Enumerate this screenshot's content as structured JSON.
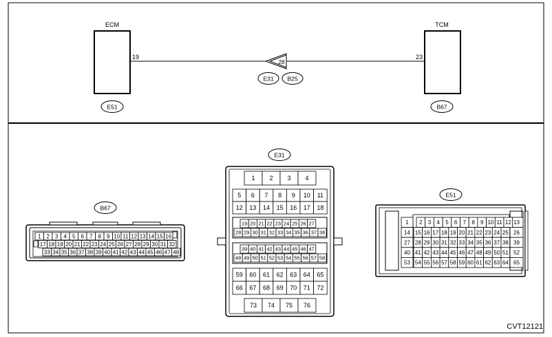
{
  "wiring": {
    "left_unit": "ECM",
    "right_unit": "TCM",
    "left_pin": "19",
    "right_pin": "23",
    "inline_pin": "28",
    "inline_connectors": [
      "E31",
      "B25"
    ],
    "left_connector": "E51",
    "right_connector": "B67"
  },
  "connectors": {
    "b67": {
      "label": "B67",
      "rows": [
        [
          "1",
          "2",
          "3",
          "4",
          "5",
          "6",
          "7",
          "8",
          "9",
          "10",
          "11",
          "12",
          "13",
          "14",
          "15",
          "16"
        ],
        [
          "17",
          "18",
          "19",
          "20",
          "21",
          "22",
          "23",
          "24",
          "25",
          "26",
          "27",
          "28",
          "29",
          "30",
          "31",
          "32"
        ],
        [
          "33",
          "34",
          "35",
          "36",
          "37",
          "38",
          "39",
          "40",
          "41",
          "42",
          "43",
          "44",
          "45",
          "46",
          "47",
          "48"
        ]
      ]
    },
    "e31": {
      "label": "E31",
      "rows": [
        [
          "1",
          "2",
          "3",
          "4"
        ],
        [
          "5",
          "6",
          "7",
          "8",
          "9",
          "10",
          "11"
        ],
        [
          "12",
          "13",
          "14",
          "15",
          "16",
          "17",
          "18"
        ],
        [
          "19",
          "20",
          "21",
          "22",
          "23",
          "24",
          "25",
          "26",
          "27"
        ],
        [
          "28",
          "29",
          "30",
          "31",
          "32",
          "33",
          "34",
          "35",
          "36",
          "37",
          "38"
        ],
        [
          "39",
          "40",
          "41",
          "42",
          "43",
          "44",
          "45",
          "46",
          "47"
        ],
        [
          "48",
          "49",
          "50",
          "51",
          "52",
          "53",
          "54",
          "55",
          "56",
          "57",
          "58"
        ],
        [
          "59",
          "60",
          "61",
          "62",
          "63",
          "64",
          "65"
        ],
        [
          "66",
          "67",
          "68",
          "69",
          "70",
          "71",
          "72"
        ],
        [
          "73",
          "74",
          "75",
          "76"
        ]
      ]
    },
    "e51": {
      "label": "E51",
      "left_col": [
        "1",
        "14",
        "27",
        "40",
        "53"
      ],
      "right_col": [
        "13",
        "26",
        "39",
        "52",
        "65"
      ],
      "rows": [
        [
          "2",
          "3",
          "4",
          "5",
          "6",
          "7",
          "8",
          "9",
          "10",
          "11",
          "12"
        ],
        [
          "15",
          "16",
          "17",
          "18",
          "19",
          "20",
          "21",
          "22",
          "23",
          "24",
          "25"
        ],
        [
          "28",
          "29",
          "30",
          "31",
          "32",
          "33",
          "34",
          "35",
          "36",
          "37",
          "38"
        ],
        [
          "41",
          "42",
          "43",
          "44",
          "45",
          "46",
          "47",
          "48",
          "49",
          "50",
          "51"
        ],
        [
          "54",
          "55",
          "56",
          "57",
          "58",
          "59",
          "60",
          "61",
          "62",
          "63",
          "64"
        ]
      ]
    }
  },
  "figure_code": "CVT12121"
}
